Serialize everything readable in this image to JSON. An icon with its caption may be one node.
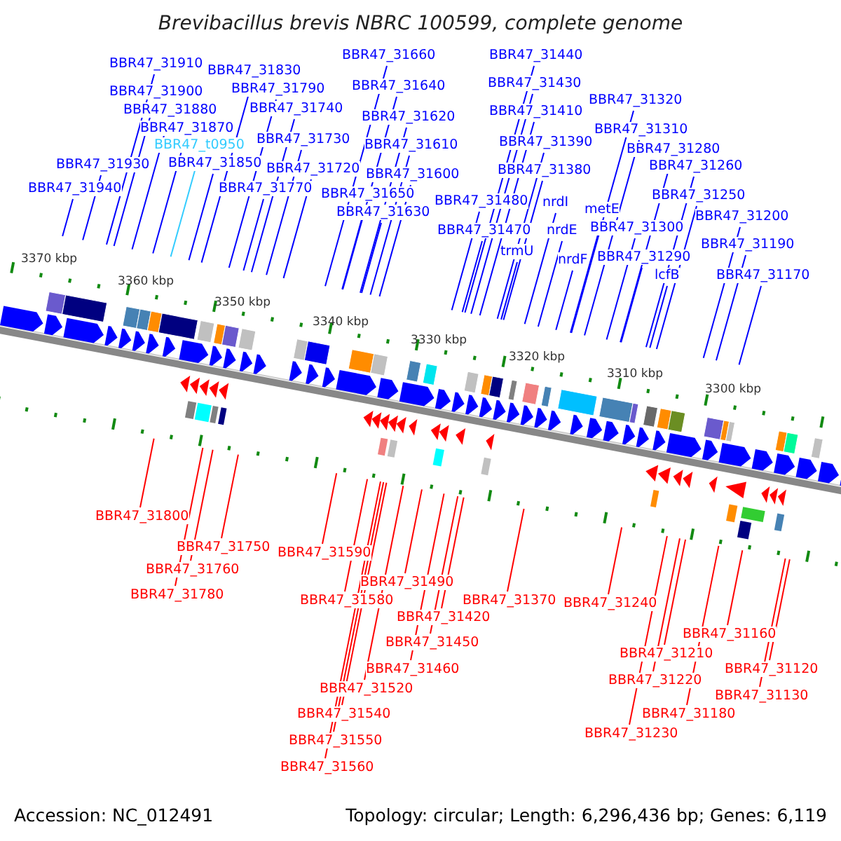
{
  "diagram": {
    "title": "Brevibacillus brevis NBRC 100599, complete genome",
    "nodes": [
      {
        "text": [
          "BBR47_31660"
        ]
      },
      {
        "text": [
          "BBR47_31440"
        ]
      },
      {
        "text": [
          "BBR47_31910"
        ]
      },
      {
        "text": [
          "BBR47_31830"
        ]
      },
      {
        "text": [
          "BBR47_31430"
        ]
      },
      {
        "text": [
          "BBR47_31640"
        ]
      },
      {
        "text": [
          "BBR47_31900"
        ]
      },
      {
        "text": [
          "BBR47_31790"
        ]
      },
      {
        "text": [
          "BBR47_31320"
        ]
      },
      {
        "text": [
          "BBR47_31740"
        ]
      },
      {
        "text": [
          "BBR47_31880"
        ]
      },
      {
        "text": [
          "BBR47_31410"
        ]
      },
      {
        "text": [
          "BBR47_31620"
        ]
      },
      {
        "text": [
          "BBR47_31870"
        ]
      },
      {
        "text": [
          "BBR47_31310"
        ]
      },
      {
        "text": [
          "BBR47_31730"
        ]
      },
      {
        "text": [
          "BBR47_31390"
        ]
      },
      {
        "text": [
          "BBR47_t0950"
        ]
      },
      {
        "text": [
          "BBR47_31610"
        ]
      },
      {
        "text": [
          "BBR47_31280"
        ]
      },
      {
        "text": [
          "BBR47_31930"
        ]
      },
      {
        "text": [
          "BBR47_31850"
        ]
      },
      {
        "text": [
          "BBR47_31260"
        ]
      },
      {
        "text": [
          "BBR47_31720"
        ]
      },
      {
        "text": [
          "BBR47_31380"
        ]
      },
      {
        "text": [
          "BBR47_31600"
        ]
      },
      {
        "text": [
          "BBR47_31940"
        ]
      },
      {
        "text": [
          "BBR47_31770"
        ]
      },
      {
        "text": [
          "BBR47_31650"
        ]
      },
      {
        "text": [
          "BBR47_31250"
        ]
      },
      {
        "text": [
          "BBR47_31480"
        ]
      },
      {
        "text": [
          "nrdI"
        ]
      },
      {
        "text": [
          "metE"
        ]
      },
      {
        "text": [
          "BBR47_31630"
        ]
      },
      {
        "text": [
          "BBR47_31200"
        ]
      },
      {
        "text": [
          "BBR47_31300"
        ]
      },
      {
        "text": [
          "BBR47_31470"
        ]
      },
      {
        "text": [
          "nrdE"
        ]
      },
      {
        "text": [
          "BBR47_31190"
        ]
      },
      {
        "text": [
          "trmU"
        ]
      },
      {
        "text": [
          "BBR47_31290"
        ]
      },
      {
        "text": [
          "nrdF"
        ]
      },
      {
        "text": [
          "lcfB"
        ]
      },
      {
        "text": [
          "BBR47_31170"
        ]
      },
      {
        "text": [
          "BBR47_31800"
        ]
      },
      {
        "text": [
          "BBR47_31750"
        ]
      },
      {
        "text": [
          "BBR47_31590"
        ]
      },
      {
        "text": [
          "BBR47_31760"
        ]
      },
      {
        "text": [
          "BBR47_31490"
        ]
      },
      {
        "text": [
          "BBR47_31780"
        ]
      },
      {
        "text": [
          "BBR47_31580"
        ]
      },
      {
        "text": [
          "BBR47_31370"
        ]
      },
      {
        "text": [
          "BBR47_31240"
        ]
      },
      {
        "text": [
          "BBR47_31420"
        ]
      },
      {
        "text": [
          "BBR47_31160"
        ]
      },
      {
        "text": [
          "BBR47_31450"
        ]
      },
      {
        "text": [
          "BBR47_31210"
        ]
      },
      {
        "text": [
          "BBR47_31120"
        ]
      },
      {
        "text": [
          "BBR47_31460"
        ]
      },
      {
        "text": [
          "BBR47_31220"
        ]
      },
      {
        "text": [
          "BBR47_31520"
        ]
      },
      {
        "text": [
          "BBR47_31130"
        ]
      },
      {
        "text": [
          "BBR47_31180"
        ]
      },
      {
        "text": [
          "BBR47_31540"
        ]
      },
      {
        "text": [
          "BBR47_31230"
        ]
      },
      {
        "text": [
          "BBR47_31550"
        ]
      },
      {
        "text": [
          "BBR47_31560"
        ]
      }
    ],
    "edges": [
      {
        "from": 0,
        "to": null,
        "arrow": "none"
      },
      {
        "from": 1,
        "to": null,
        "arrow": "none"
      },
      {
        "from": 2,
        "to": null,
        "arrow": "none"
      },
      {
        "from": 3,
        "to": null,
        "arrow": "none"
      },
      {
        "from": 4,
        "to": null,
        "arrow": "none"
      },
      {
        "from": 5,
        "to": null,
        "arrow": "none"
      },
      {
        "from": 6,
        "to": null,
        "arrow": "none"
      },
      {
        "from": 7,
        "to": null,
        "arrow": "none"
      },
      {
        "from": 8,
        "to": null,
        "arrow": "none"
      },
      {
        "from": 9,
        "to": null,
        "arrow": "none"
      },
      {
        "from": 10,
        "to": null,
        "arrow": "none"
      },
      {
        "from": 11,
        "to": null,
        "arrow": "none"
      },
      {
        "from": 12,
        "to": null,
        "arrow": "none"
      },
      {
        "from": 13,
        "to": null,
        "arrow": "none"
      },
      {
        "from": 14,
        "to": null,
        "arrow": "none"
      },
      {
        "from": 15,
        "to": null,
        "arrow": "none"
      },
      {
        "from": 16,
        "to": null,
        "arrow": "none"
      },
      {
        "from": 17,
        "to": null,
        "arrow": "none",
        "color": "#33ccff"
      },
      {
        "from": 18,
        "to": null,
        "arrow": "none"
      },
      {
        "from": 19,
        "to": null,
        "arrow": "none"
      },
      {
        "from": 20,
        "to": null,
        "arrow": "none"
      },
      {
        "from": 21,
        "to": null,
        "arrow": "none"
      },
      {
        "from": 22,
        "to": null,
        "arrow": "none"
      },
      {
        "from": 23,
        "to": null,
        "arrow": "none"
      },
      {
        "from": 24,
        "to": null,
        "arrow": "none"
      },
      {
        "from": 25,
        "to": null,
        "arrow": "none"
      },
      {
        "from": 26,
        "to": null,
        "arrow": "none"
      },
      {
        "from": 27,
        "to": null,
        "arrow": "none"
      },
      {
        "from": 28,
        "to": null,
        "arrow": "none"
      },
      {
        "from": 29,
        "to": null,
        "arrow": "none"
      },
      {
        "from": 30,
        "to": null,
        "arrow": "none"
      },
      {
        "from": 31,
        "to": null,
        "arrow": "none"
      },
      {
        "from": 32,
        "to": null,
        "arrow": "none"
      },
      {
        "from": 33,
        "to": null,
        "arrow": "none"
      },
      {
        "from": 34,
        "to": null,
        "arrow": "none"
      },
      {
        "from": 35,
        "to": null,
        "arrow": "none"
      },
      {
        "from": 36,
        "to": null,
        "arrow": "none"
      },
      {
        "from": 37,
        "to": null,
        "arrow": "none"
      },
      {
        "from": 38,
        "to": null,
        "arrow": "none"
      },
      {
        "from": 39,
        "to": null,
        "arrow": "none"
      },
      {
        "from": 40,
        "to": null,
        "arrow": "none"
      },
      {
        "from": 41,
        "to": null,
        "arrow": "none"
      },
      {
        "from": 42,
        "to": null,
        "arrow": "none"
      },
      {
        "from": 43,
        "to": null,
        "arrow": "none"
      },
      {
        "from": 44,
        "to": null,
        "arrow": "none",
        "color": "#ff0000"
      },
      {
        "from": 45,
        "to": null,
        "arrow": "none",
        "color": "#ff0000"
      },
      {
        "from": 46,
        "to": null,
        "arrow": "none",
        "color": "#ff0000"
      },
      {
        "from": 47,
        "to": null,
        "arrow": "none",
        "color": "#ff0000"
      },
      {
        "from": 48,
        "to": null,
        "arrow": "none",
        "color": "#ff0000"
      },
      {
        "from": 49,
        "to": null,
        "arrow": "none",
        "color": "#ff0000"
      },
      {
        "from": 50,
        "to": null,
        "arrow": "none",
        "color": "#ff0000"
      },
      {
        "from": 51,
        "to": null,
        "arrow": "none",
        "color": "#ff0000"
      },
      {
        "from": 52,
        "to": null,
        "arrow": "none",
        "color": "#ff0000"
      },
      {
        "from": 53,
        "to": null,
        "arrow": "none",
        "color": "#ff0000"
      },
      {
        "from": 54,
        "to": null,
        "arrow": "none",
        "color": "#ff0000"
      },
      {
        "from": 55,
        "to": null,
        "arrow": "none",
        "color": "#ff0000"
      },
      {
        "from": 56,
        "to": null,
        "arrow": "none",
        "color": "#ff0000"
      },
      {
        "from": 57,
        "to": null,
        "arrow": "none",
        "color": "#ff0000"
      },
      {
        "from": 58,
        "to": null,
        "arrow": "none",
        "color": "#ff0000"
      },
      {
        "from": 59,
        "to": null,
        "arrow": "none",
        "color": "#ff0000"
      },
      {
        "from": 60,
        "to": null,
        "arrow": "none",
        "color": "#ff0000"
      },
      {
        "from": 61,
        "to": null,
        "arrow": "none",
        "color": "#ff0000"
      },
      {
        "from": 62,
        "to": null,
        "arrow": "none",
        "color": "#ff0000"
      },
      {
        "from": 63,
        "to": null,
        "arrow": "none",
        "color": "#ff0000"
      },
      {
        "from": 64,
        "to": null,
        "arrow": "none",
        "color": "#ff0000"
      },
      {
        "from": 65,
        "to": null,
        "arrow": "none",
        "color": "#ff0000"
      },
      {
        "from": 66,
        "to": null,
        "arrow": "none",
        "color": "#ff0000"
      }
    ],
    "labels": [
      "3370 kbp",
      "3360 kbp",
      "3350 kbp",
      "3340 kbp",
      "3330 kbp",
      "3320 kbp",
      "3310 kbp",
      "3300 kbp",
      "Accession: NC_012491",
      "Topology: circular; Length: 6,296,436 bp; Genes: 6,119"
    ]
  }
}
